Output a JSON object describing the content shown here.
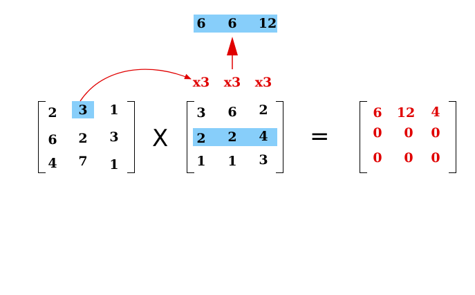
{
  "matrix_a": [
    [
      "2",
      "3",
      "1"
    ],
    [
      "6",
      "2",
      "3"
    ],
    [
      "4",
      "7",
      "1"
    ]
  ],
  "matrix_b": [
    [
      "3",
      "6",
      "2"
    ],
    [
      "2",
      "2",
      "4"
    ],
    [
      "1",
      "1",
      "3"
    ]
  ],
  "matrix_c": [
    [
      "6",
      "12",
      "4"
    ],
    [
      "0",
      "0",
      "0"
    ],
    [
      "0",
      "0",
      "0"
    ]
  ],
  "multipliers": [
    "x3",
    "x3",
    "x3"
  ],
  "result_row": [
    "6",
    "6",
    "12"
  ],
  "operators": {
    "times": "X",
    "equals": "="
  },
  "colors": {
    "highlight": "#87cefa",
    "accent_red": "#e00000",
    "text": "#000000"
  }
}
